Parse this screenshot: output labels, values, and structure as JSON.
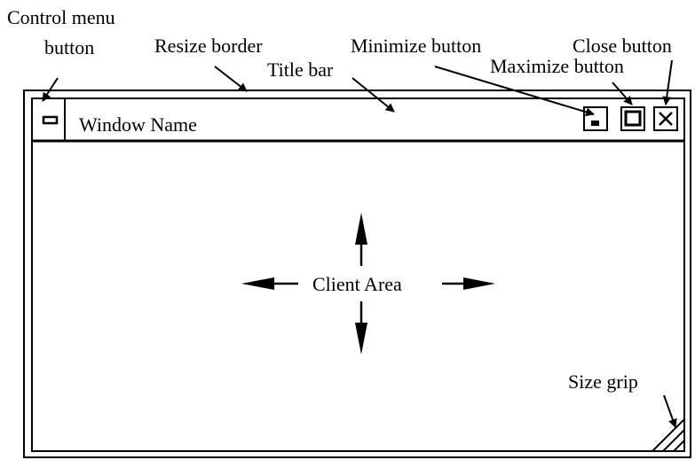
{
  "labels": {
    "control_menu_line1": "Control menu",
    "control_menu_line2": "button",
    "resize_border": "Resize border",
    "minimize": "Minimize button",
    "close": "Close button",
    "maximize": "Maximize button",
    "title_bar": "Title bar",
    "size_grip": "Size grip"
  },
  "window": {
    "title": "Window Name",
    "client_area": "Client Area",
    "close_glyph": "✕"
  }
}
